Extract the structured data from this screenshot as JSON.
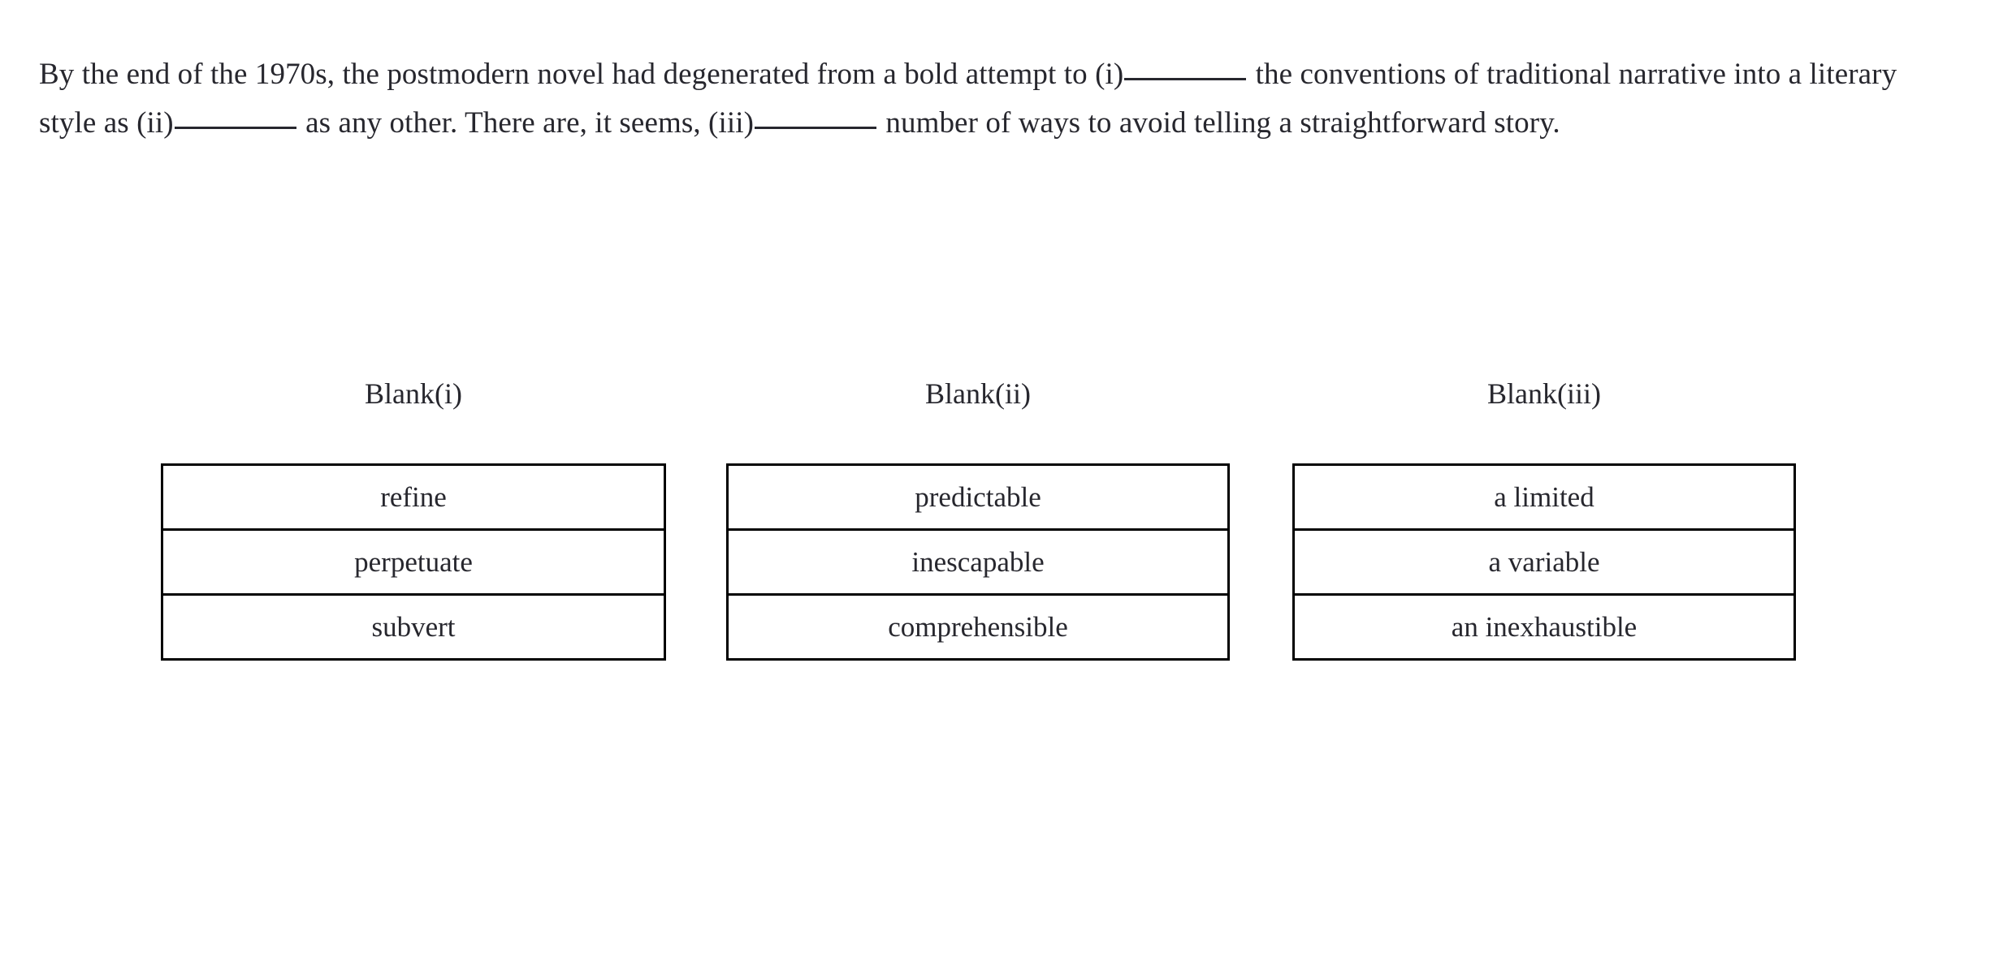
{
  "passage": {
    "segments": [
      {
        "type": "text",
        "value": "By the end of the 1970s, the postmodern novel had degenerated from a bold attempt to (i)"
      },
      {
        "type": "blank",
        "value": "____________",
        "label": "blank-i"
      },
      {
        "type": "text",
        "value": " the conventions of traditional narrative into a literary style as (ii)"
      },
      {
        "type": "blank",
        "value": "____________",
        "label": "blank-ii"
      },
      {
        "type": "text",
        "value": " as any other. There are, it seems, (iii)"
      },
      {
        "type": "blank",
        "value": "____________",
        "label": "blank-iii"
      },
      {
        "type": "text",
        "value": " number of ways to avoid telling a straightforward story."
      }
    ],
    "full_text": "By the end of the 1970s, the postmodern novel had degenerated from a bold attempt to (i)____________ the conventions of traditional narrative into a literary style as (ii)____________ as any other. There are, it seems, (iii)____________ number of ways to avoid telling a straightforward story."
  },
  "blanks": [
    {
      "id": "blank-i",
      "header": "Blank(i)",
      "options": [
        "refine",
        "perpetuate",
        "subvert"
      ]
    },
    {
      "id": "blank-ii",
      "header": "Blank(ii)",
      "options": [
        "predictable",
        "inescapable",
        "comprehensible"
      ]
    },
    {
      "id": "blank-iii",
      "header": "Blank(iii)",
      "options": [
        "a limited",
        "a variable",
        "an inexhaustible"
      ]
    }
  ],
  "colors": {
    "text": "#27272e",
    "border": "#000000",
    "background": "#ffffff"
  }
}
